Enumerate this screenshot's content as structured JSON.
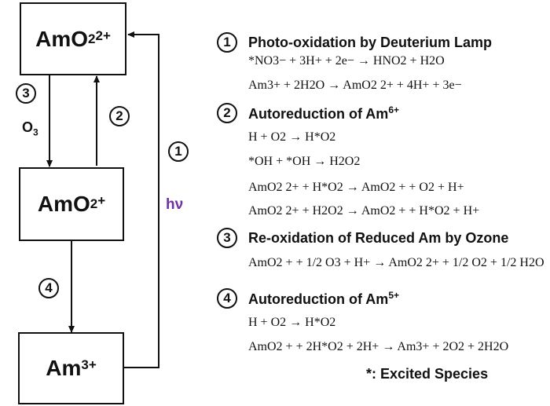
{
  "species": {
    "amo2_2": {
      "base": "AmO",
      "sub": "2",
      "sup": "2+"
    },
    "amo2_1": {
      "base": "AmO",
      "sub": "2",
      "sup": "+"
    },
    "am3": {
      "base": "Am",
      "sup": "3+"
    }
  },
  "left_labels": {
    "n3": "3",
    "o3": {
      "base": "O",
      "sub": "3"
    },
    "n2": "2",
    "n1": "1",
    "hv": "hν",
    "n4": "4"
  },
  "colors": {
    "hv": "#7030A0",
    "line": "#111111"
  },
  "sections": [
    {
      "num": "1",
      "title": "Photo-oxidation by Deuterium Lamp"
    },
    {
      "num": "2",
      "title_base": "Autoreduction of Am",
      "title_sup": "6+"
    },
    {
      "num": "3",
      "title": "Re-oxidation of Reduced Am by Ozone"
    },
    {
      "num": "4",
      "title_base": "Autoreduction of Am",
      "title_sup": "5+"
    }
  ],
  "equations": {
    "e1a": "*NO3− + 3H+ + 2e− → HNO2 + H2O",
    "e1b": "Am3+ + 2H2O → AmO2 2+ + 4H+ + 3e−",
    "e2a": "H + O2 → H*O2",
    "e2b": "*OH + *OH → H2O2",
    "e2c": "AmO2 2+ + H*O2 → AmO2 + + O2 + H+",
    "e2d": "AmO2 2+ + H2O2 → AmO2 + + H*O2 + H+",
    "e3a": "AmO2 + + 1/2 O3 + H+ → AmO2 2+ + 1/2 O2 + 1/2 H2O",
    "e4a": "H + O2 → H*O2",
    "e4b": "AmO2 + + 2H*O2 + 2H+ → Am3+ + 2O2 + 2H2O"
  },
  "footnote": "*:  Excited Species"
}
